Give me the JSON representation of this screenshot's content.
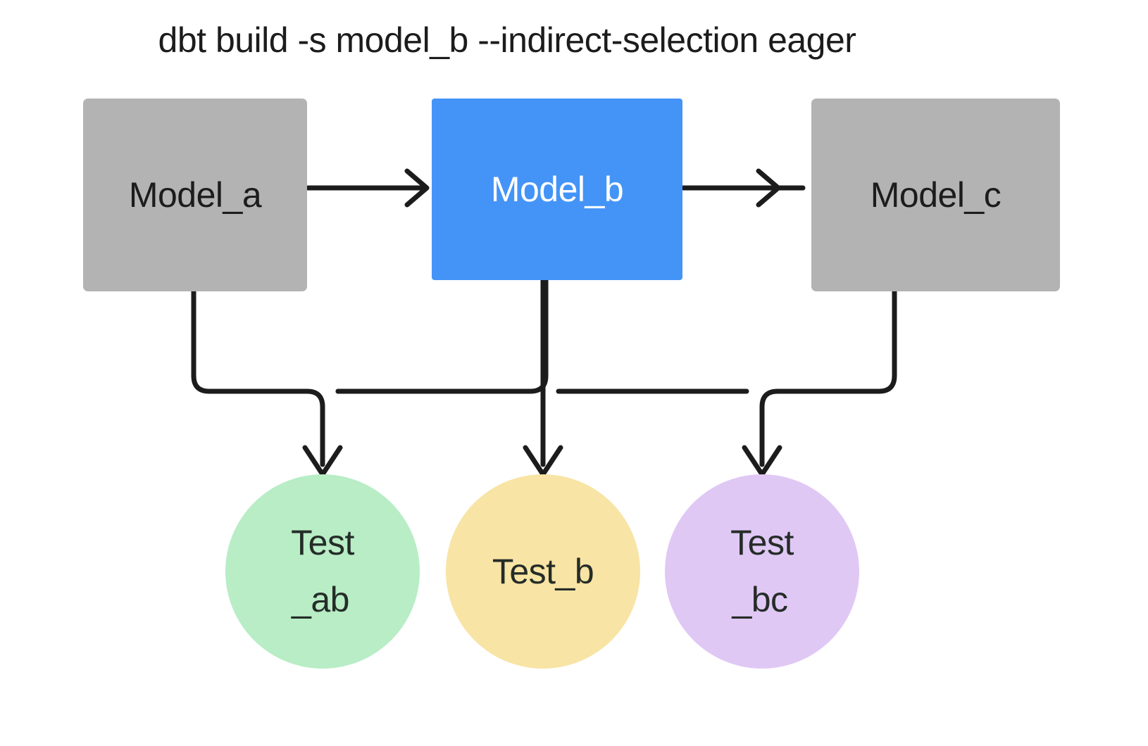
{
  "title": "dbt build -s model_b --indirect-selection eager",
  "colors": {
    "background": "#ffffff",
    "model_default_fill": "#b3b3b3",
    "model_selected_fill": "#4494f8",
    "model_default_text": "#1c1c1c",
    "model_selected_text": "#ffffff",
    "test_ab_fill": "#b8edc6",
    "test_b_fill": "#f8e4a4",
    "test_bc_fill": "#e0c8f5",
    "test_text": "#252c28",
    "edge_stroke": "#1c1c1c"
  },
  "graph": {
    "models": [
      {
        "id": "model_a",
        "label": "Model_a",
        "selected": false
      },
      {
        "id": "model_b",
        "label": "Model_b",
        "selected": true
      },
      {
        "id": "model_c",
        "label": "Model_c",
        "selected": false
      }
    ],
    "tests": [
      {
        "id": "test_ab",
        "label_line1": "Test",
        "label_line2": "_ab"
      },
      {
        "id": "test_b",
        "label_line1": "Test_b",
        "label_line2": ""
      },
      {
        "id": "test_bc",
        "label_line1": "Test",
        "label_line2": "_bc"
      }
    ]
  }
}
